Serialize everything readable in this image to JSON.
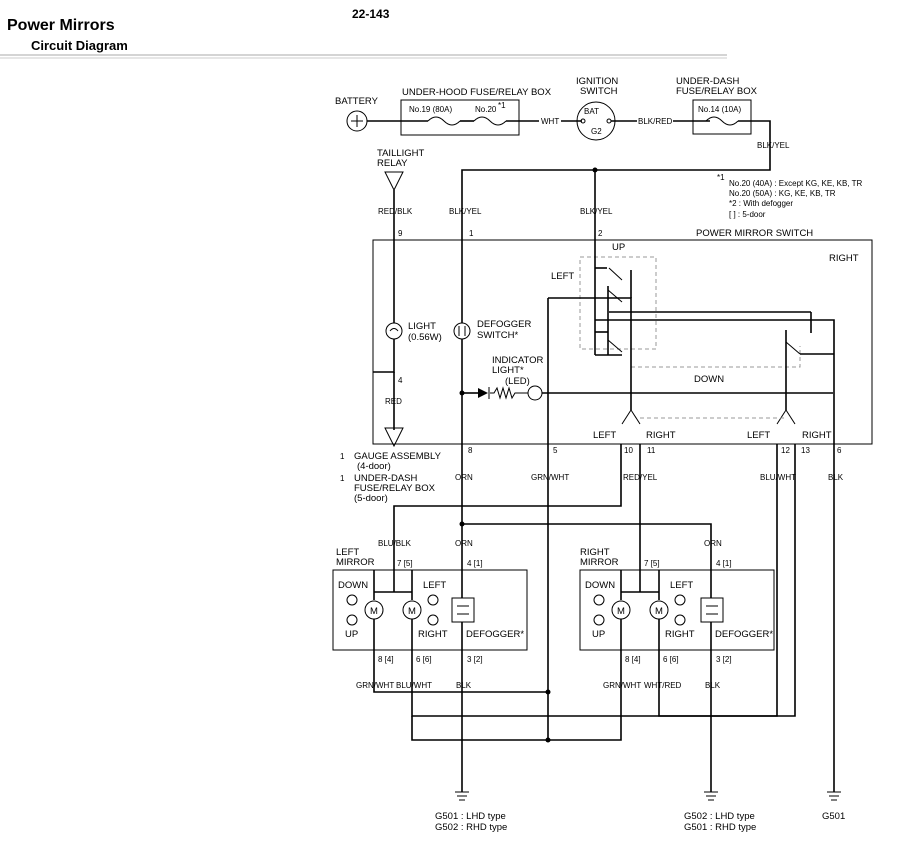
{
  "header": {
    "title": "Power Mirrors",
    "subtitle": "Circuit Diagram",
    "page_number": "22-143"
  },
  "components": {
    "battery": "BATTERY",
    "underhood_box": "UNDER-HOOD FUSE/RELAY BOX",
    "fuse19": "No.19 (80A)",
    "fuse20": "No.20",
    "fuse20_sup": "*1",
    "ignition_1": "IGNITION",
    "ignition_2": "SWITCH",
    "bat": "BAT",
    "g2": "G2",
    "underdash_1": "UNDER-DASH",
    "underdash_2": "FUSE/RELAY BOX",
    "fuse14": "No.14 (10A)",
    "taillight_1": "TAILLIGHT",
    "taillight_2": "RELAY",
    "pms": "POWER MIRROR SWITCH",
    "light_1": "LIGHT",
    "light_2": "(0.56W)",
    "defog_sw_1": "DEFOGGER",
    "defog_sw_2": "SWITCH*",
    "ind_1": "INDICATOR",
    "ind_2": "LIGHT*",
    "ind_3": "(LED)",
    "up": "UP",
    "down": "DOWN",
    "left": "LEFT",
    "right": "RIGHT",
    "gauge_1": "GAUGE ASSEMBLY",
    "gauge_2": "(4-door)",
    "udfb_1": "UNDER-DASH",
    "udfb_2": "FUSE/RELAY BOX",
    "udfb_3": "(5-door)",
    "one_a": "1",
    "one_b": "1",
    "left_mirror_1": "LEFT",
    "left_mirror_2": "MIRROR",
    "right_mirror_1": "RIGHT",
    "right_mirror_2": "MIRROR",
    "motor": "M",
    "defogger": "DEFOGGER*",
    "g501_lhd": "G501 : LHD type",
    "g502_rhd": "G502 : RHD type",
    "g502_lhd": "G502 : LHD type",
    "g501_rhd": "G501 : RHD type",
    "g501": "G501"
  },
  "notes": {
    "n1_mark": "*1",
    "n1_a": "No.20 (40A) : Except KG, KE, KB, TR",
    "n1_b": "No.20 (50A) : KG, KE, KB, TR",
    "n2": "*2 : With defogger",
    "n3": "[    ] : 5-door"
  },
  "wires": {
    "wht": "WHT",
    "blk_red": "BLK/RED",
    "blk_yel": "BLK/YEL",
    "red_blk": "RED/BLK",
    "red": "RED",
    "orn": "ORN",
    "grn_wht": "GRN/WHT",
    "red_yel": "RED/YEL",
    "blu_wht": "BLU/WHT",
    "blk": "BLK",
    "blu_blk": "BLU/BLK",
    "wht_red": "WHT/RED"
  },
  "pins": {
    "p9": "9",
    "p1": "1",
    "p2": "2",
    "p4": "4",
    "p8": "8",
    "p5": "5",
    "p10": "10",
    "p11": "11",
    "p12": "12",
    "p13": "13",
    "p6": "6",
    "m7": "7 [5]",
    "m4": "4 [1]",
    "m8": "8 [4]",
    "m6": "6 [6]",
    "m3": "3 [2]"
  }
}
